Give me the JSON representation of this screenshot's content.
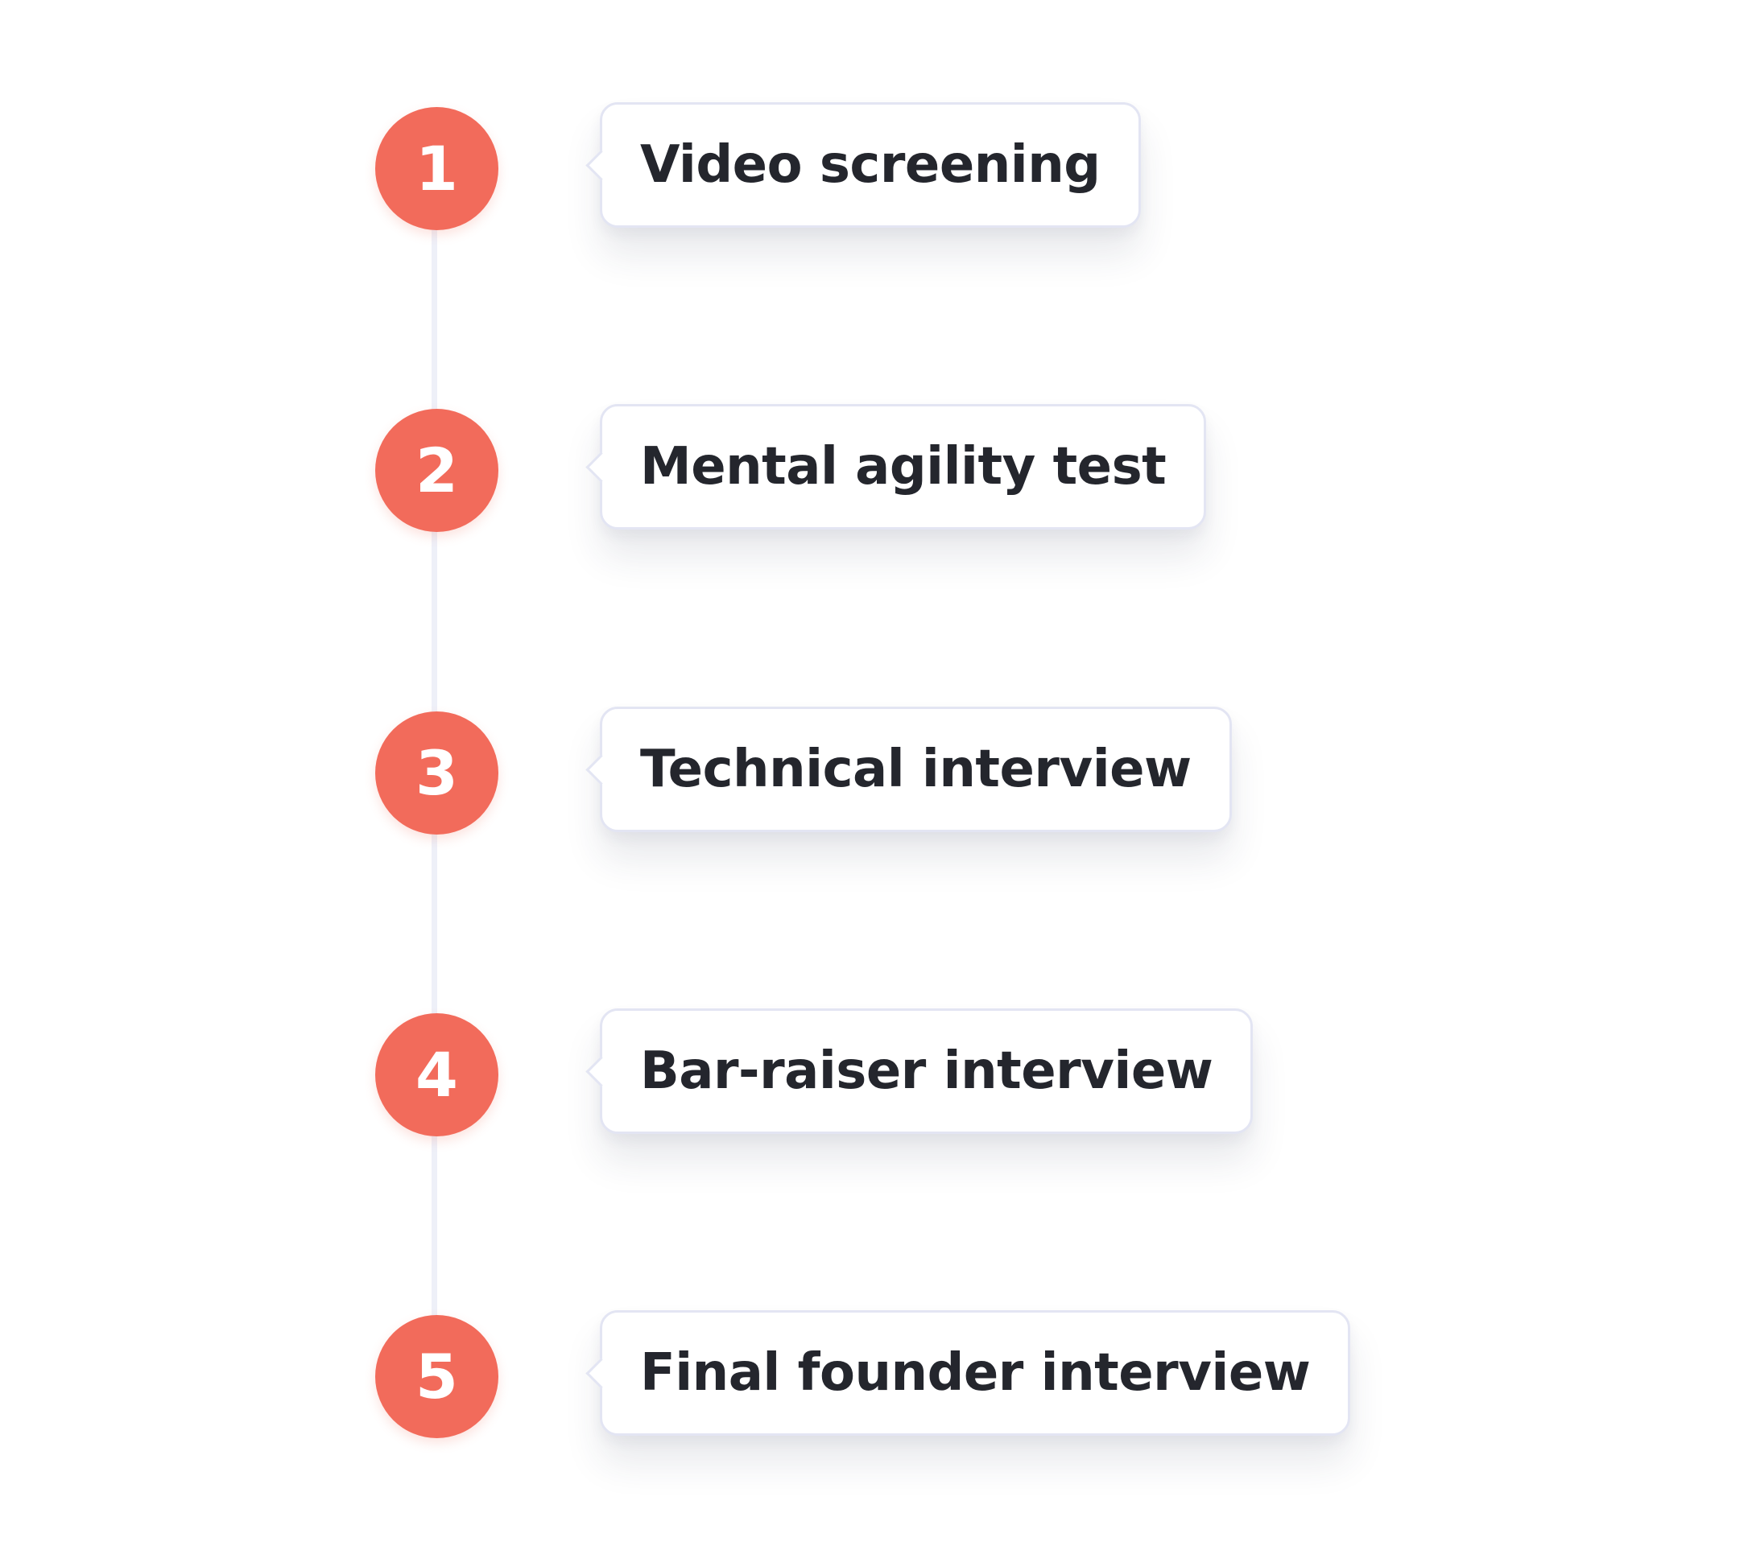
{
  "colors": {
    "accent": "#f26b5b",
    "card_border": "#e3e5f3",
    "connector": "#eef0f8",
    "text": "#24262d",
    "background": "#ffffff"
  },
  "steps": [
    {
      "number": "1",
      "label": "Video screening"
    },
    {
      "number": "2",
      "label": "Mental agility test"
    },
    {
      "number": "3",
      "label": "Technical interview"
    },
    {
      "number": "4",
      "label": "Bar-raiser interview"
    },
    {
      "number": "5",
      "label": "Final founder interview"
    }
  ]
}
